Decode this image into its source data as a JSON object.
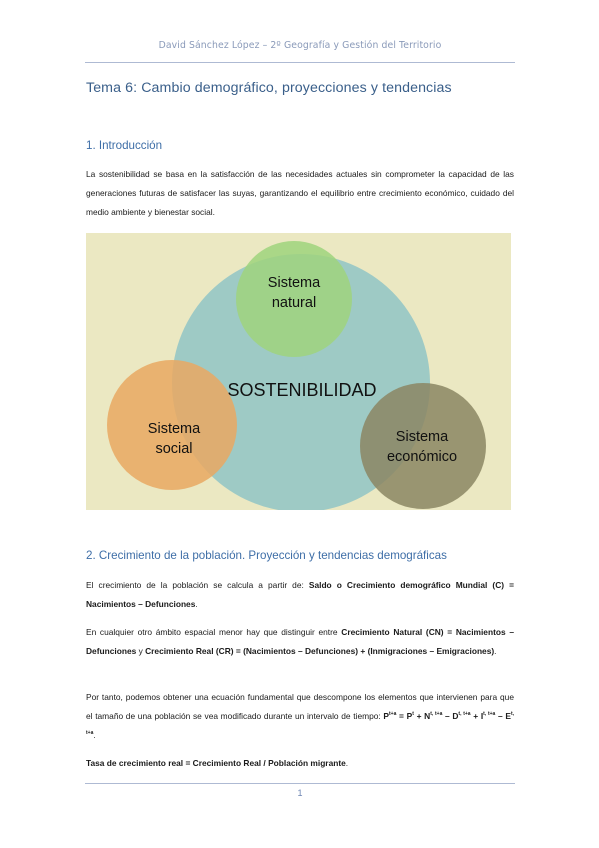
{
  "header": {
    "text": "David Sánchez López – 2º Geografía y Gestión del Territorio"
  },
  "title": "Tema 6: Cambio demográfico, proyecciones y tendencias",
  "section1": {
    "heading": "1. Introducción",
    "paragraph": "La sostenibilidad se basa en la satisfacción de las necesidades actuales sin comprometer la capacidad de las generaciones futuras de satisfacer las suyas, garantizando el equilibrio entre crecimiento económico, cuidado del medio ambiente y bienestar social."
  },
  "diagram": {
    "center_label": "SOSTENIBILIDAD",
    "natural": {
      "line1": "Sistema",
      "line2": "natural"
    },
    "social": {
      "line1": "Sistema",
      "line2": "social"
    },
    "economico": {
      "line1": "Sistema",
      "line2": "económico"
    },
    "colors": {
      "background": "#ebe8c2",
      "center": "#9ecac5",
      "natural": "#9fd37c",
      "social": "#e9a861",
      "economico": "#8b8663"
    }
  },
  "section2": {
    "heading": "2. Crecimiento de la población. Proyección y tendencias demográficas",
    "p1_a": "El crecimiento de la población se calcula a partir de: ",
    "p1_b": "Saldo o Crecimiento demográfico Mundial (C) = Nacimientos – Defunciones",
    "p1_c": ".",
    "p2_a": "En cualquier otro ámbito espacial menor hay que distinguir entre ",
    "p2_b": "Crecimiento Natural (CN) = Nacimientos – Defunciones",
    "p2_c": " y ",
    "p2_d": "Crecimiento Real (CR) = (Nacimientos – Defunciones) + (Inmigraciones – Emigraciones)",
    "p2_e": ".",
    "p3_a": "Por tanto, podemos obtener una ecuación fundamental que descompone los elementos que intervienen para que el tamaño de una población se vea modificado durante un intervalo de tiempo: ",
    "p3_formula": {
      "P": "P",
      "P_sup": "t+a",
      "eq": " = P",
      "eq_sup": "t",
      "plus_n": " + N",
      "n_sup": "t, t+a",
      "minus_d": " – D",
      "d_sup": "t, t+a",
      "plus_i": " + I",
      "i_sup": "t, t+a",
      "minus_e": " – E",
      "e_sup": "t, t+a"
    },
    "p3_end": ".",
    "p4": "Tasa de crecimiento real = Crecimiento Real / Población migrante",
    "p4_end": "."
  },
  "footer": {
    "page": "1"
  }
}
